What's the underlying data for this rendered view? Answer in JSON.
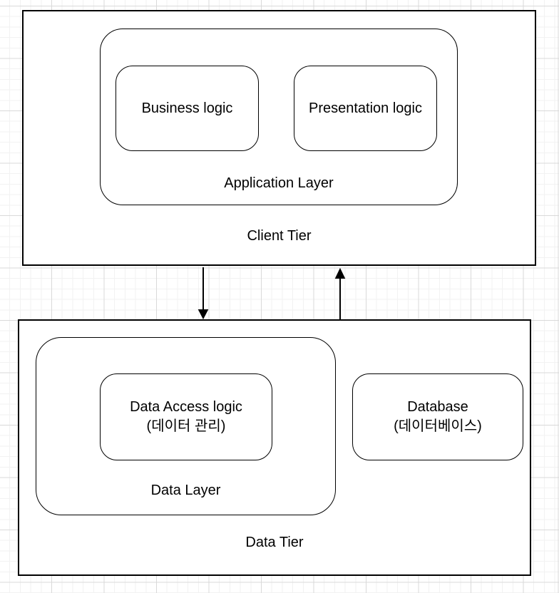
{
  "diagram": {
    "client_tier": {
      "label": "Client Tier"
    },
    "application_layer": {
      "label": "Application Layer"
    },
    "business_logic": {
      "label": "Business logic"
    },
    "presentation_logic": {
      "label": "Presentation logic"
    },
    "data_tier": {
      "label": "Data Tier"
    },
    "data_layer": {
      "label": "Data Layer"
    },
    "data_access_logic": {
      "label": "Data Access logic",
      "sublabel": "(데이터 관리)"
    },
    "database": {
      "label": "Database",
      "sublabel": "(데이터베이스)"
    },
    "connectors": {
      "client_to_data": {
        "icon": "arrow-down-icon",
        "direction": "down"
      },
      "data_to_client": {
        "icon": "arrow-up-icon",
        "direction": "up"
      }
    }
  },
  "colors": {
    "stroke": "#000000",
    "text": "#000000",
    "shape_fill": "#ffffff",
    "canvas_background": "#ffffff",
    "grid_minor": "#f2f2f2",
    "grid_major": "#d9d9d9"
  }
}
